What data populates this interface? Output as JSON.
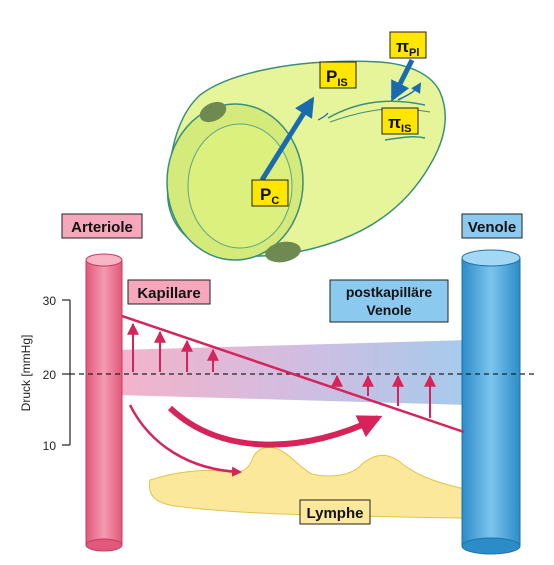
{
  "labels": {
    "arteriole": "Arteriole",
    "venole": "Venole",
    "kapillare": "Kapillare",
    "postkapillar_line1": "postkapilläre",
    "postkapillar_line2": "Venole",
    "lymphe": "Lymphe"
  },
  "pressure_symbols": {
    "pc": {
      "main": "P",
      "sub": "C"
    },
    "pis": {
      "main": "P",
      "sub": "IS"
    },
    "pi_pl": {
      "main": "π",
      "sub": "Pl"
    },
    "pi_is": {
      "main": "π",
      "sub": "IS"
    }
  },
  "axis": {
    "title": "Druck [mmHg]",
    "ticks": [
      "30",
      "20",
      "10"
    ]
  },
  "colors": {
    "arteriole": "#e8607f",
    "venole": "#3b9bd6",
    "capillary_wall": "#dff08a",
    "lymph": "#fbe89a",
    "label_box": "#ffe600",
    "pressure_line": "#d6245a",
    "arrow_blue": "#1a6ab0"
  }
}
